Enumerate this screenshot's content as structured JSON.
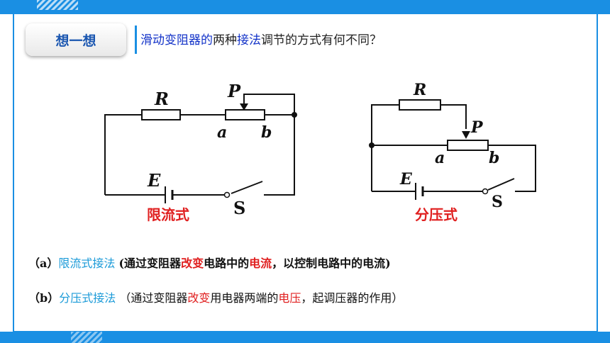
{
  "badge": "想一想",
  "question": {
    "p1": "滑动变阻器的",
    "p2": "两种",
    "p3": "接法",
    "p4": "调节的方式有何不同？"
  },
  "circuit1": {
    "R": "R",
    "P": "P",
    "a": "a",
    "b": "b",
    "E": "E",
    "S": "S",
    "caption": "限流式"
  },
  "circuit2": {
    "R": "R",
    "P": "P",
    "a": "a",
    "b": "b",
    "E": "E",
    "S": "S",
    "caption": "分压式"
  },
  "note_a": {
    "prefix": "（a）",
    "name": "限流式接法",
    "t1": "(通过变阻器",
    "t2": "改变",
    "t3": "电路中的",
    "t4": "电流",
    "t5": "，以控制电路中的电流)"
  },
  "note_b": {
    "prefix": "（b）",
    "name": "分压式接法",
    "t1": "（通过变阻器",
    "t2": "改变",
    "t3": "用电器两端的",
    "t4": "电压",
    "t5": "，起调压器的作用）"
  },
  "colors": {
    "accent": "#1a8fe3",
    "highlight_red": "#e02020",
    "highlight_blue": "#1232c8"
  }
}
